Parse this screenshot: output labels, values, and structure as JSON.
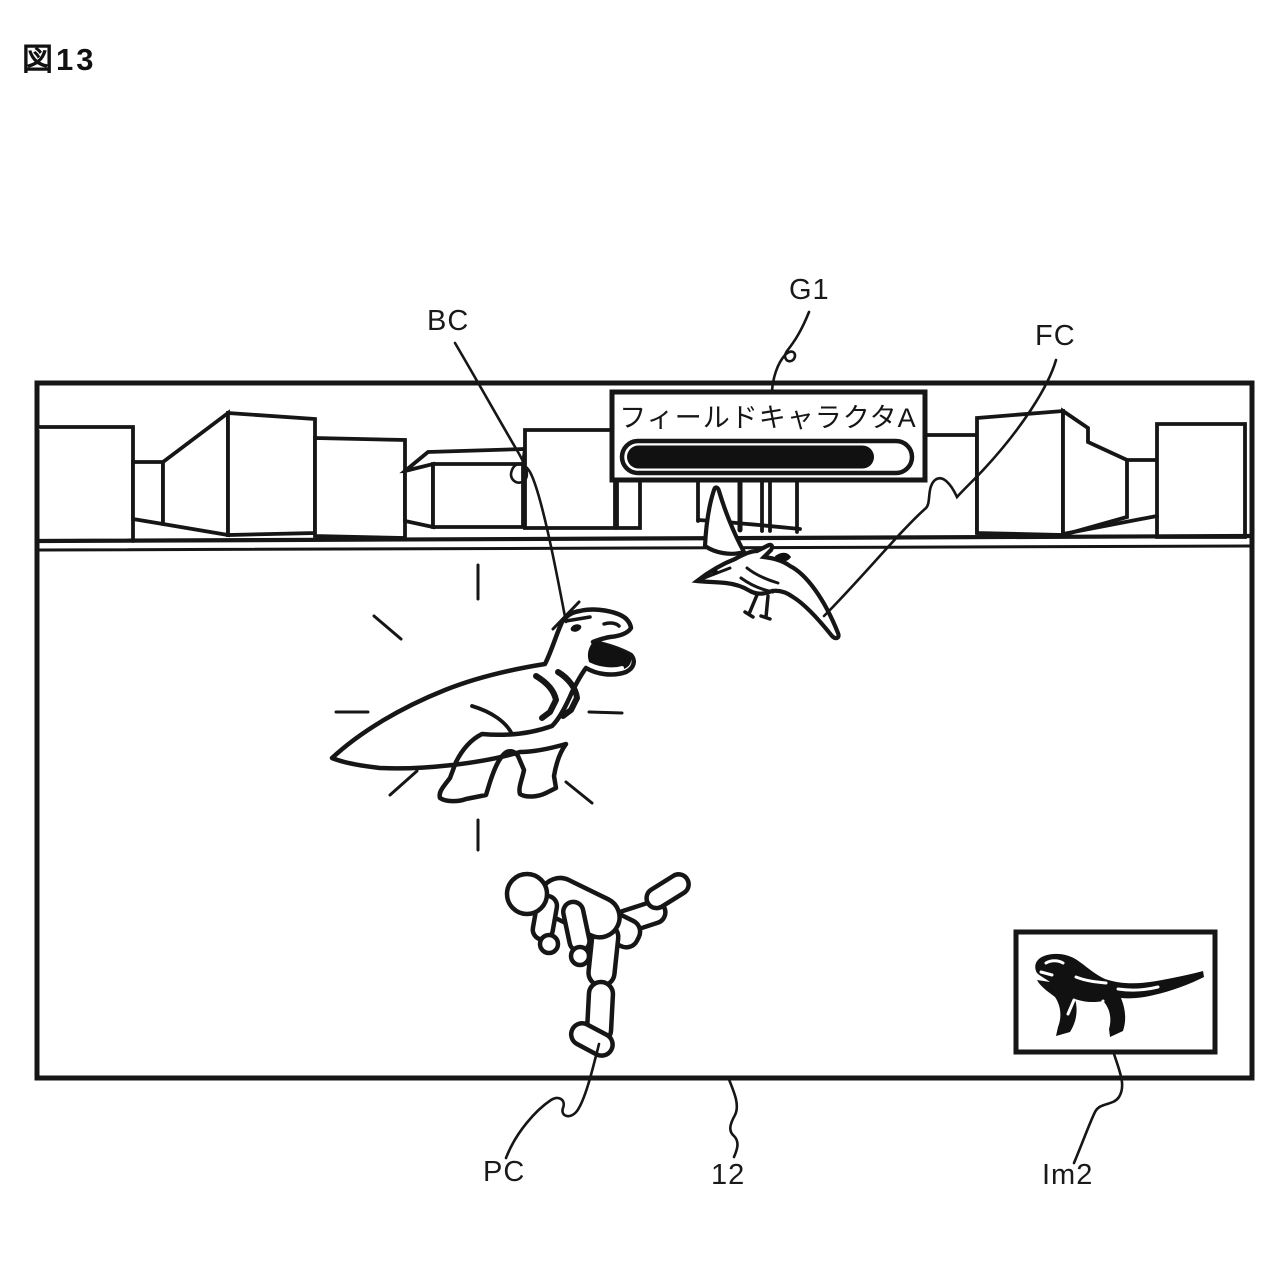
{
  "figure": {
    "number": "図13"
  },
  "labels": {
    "bc": "BC",
    "g1": "G1",
    "fc": "FC",
    "pc": "PC",
    "screen": "12",
    "inset": "Im2"
  },
  "gauge": {
    "title": "フィールドキャラクタA",
    "fill_width": "247",
    "fill_percent": "85%"
  },
  "colors": {
    "line": "#1a1a1a",
    "background": "#ffffff"
  }
}
